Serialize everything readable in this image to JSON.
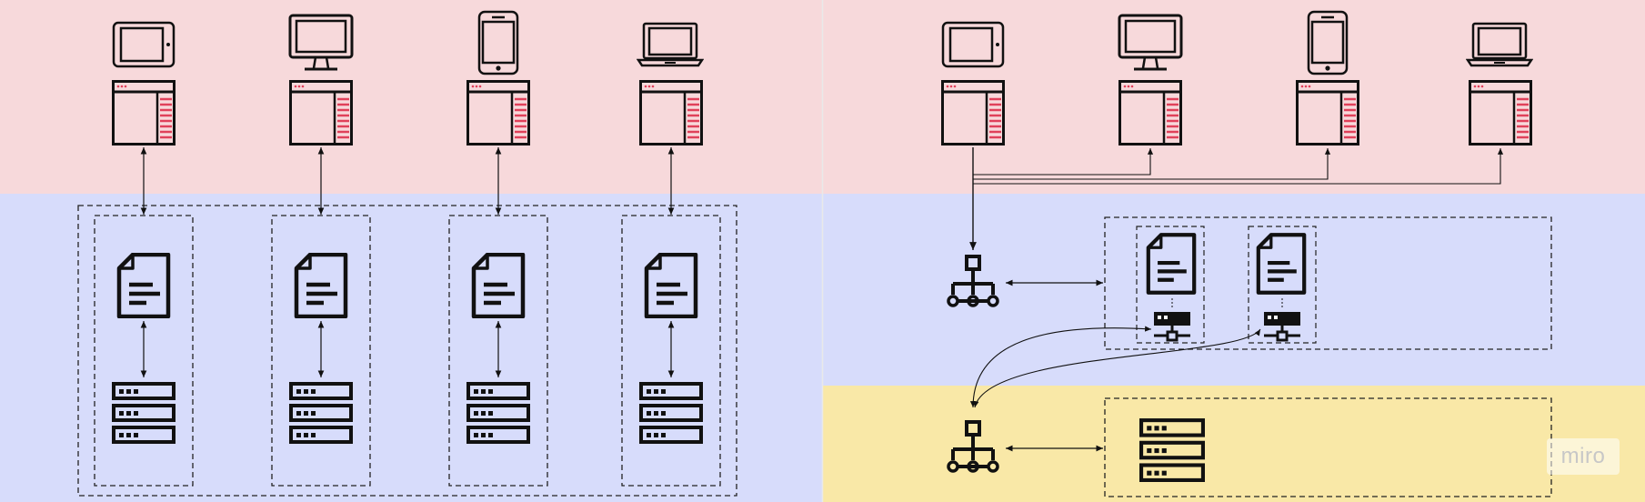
{
  "brand": {
    "watermark": "miro"
  },
  "colors": {
    "client_layer": "#f7d9db",
    "service_layer": "#d7dcfb",
    "data_layer": "#f9e8a7",
    "stroke": "#111111",
    "accent": "#e0415a",
    "divider": "#e6e6e6"
  },
  "panels": [
    {
      "id": "monolith-per-client",
      "clients": [
        {
          "device": "tablet-icon"
        },
        {
          "device": "desktop-icon"
        },
        {
          "device": "phone-icon"
        },
        {
          "device": "laptop-icon"
        }
      ],
      "stacks": [
        {
          "parts": [
            "document-icon",
            "database-icon"
          ]
        },
        {
          "parts": [
            "document-icon",
            "database-icon"
          ]
        },
        {
          "parts": [
            "document-icon",
            "database-icon"
          ]
        },
        {
          "parts": [
            "document-icon",
            "database-icon"
          ]
        }
      ]
    },
    {
      "id": "gateway-architecture",
      "clients": [
        {
          "device": "tablet-icon"
        },
        {
          "device": "desktop-icon"
        },
        {
          "device": "phone-icon"
        },
        {
          "device": "laptop-icon"
        }
      ],
      "gateways": [
        "network-hub-icon",
        "network-hub-icon"
      ],
      "services": [
        {
          "parts": [
            "document-icon",
            "server-icon"
          ]
        },
        {
          "parts": [
            "document-icon",
            "server-icon"
          ]
        }
      ],
      "shared_store": "database-icon"
    }
  ]
}
